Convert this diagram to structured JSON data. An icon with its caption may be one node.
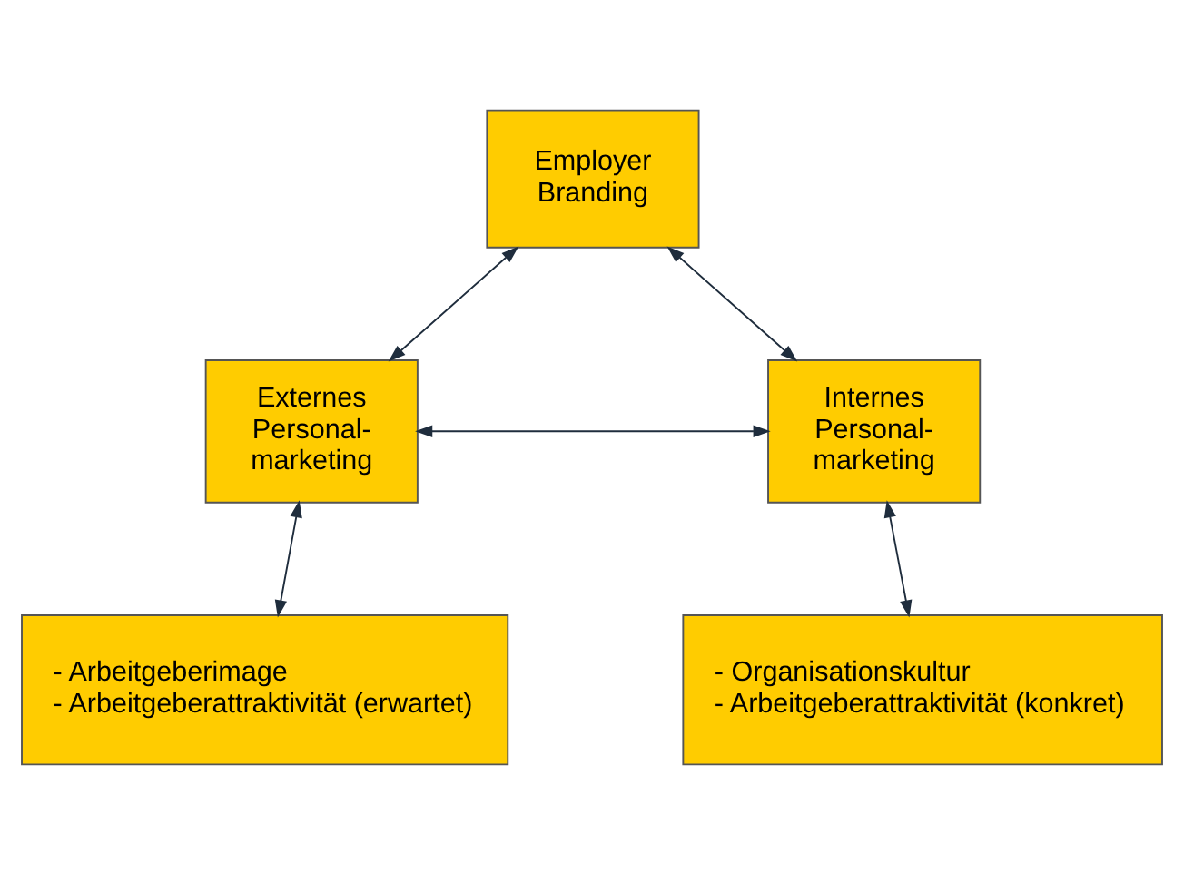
{
  "diagram": {
    "nodes": [
      {
        "text": [
          "Employer Branding"
        ]
      },
      {
        "text": [
          "Externes Personal- marketing"
        ]
      },
      {
        "text": [
          "Internes Personal- marketing"
        ]
      },
      {
        "text": [
          "- Arbeitgeberimage",
          "- Arbeitgeberattraktivität (erwartet)"
        ]
      },
      {
        "text": [
          "- Organisationskultur",
          "- Arbeitgeberattraktivität (konkret)"
        ]
      }
    ],
    "edges": [
      {
        "from": 0,
        "to": 1,
        "arrow": "both"
      },
      {
        "from": 0,
        "to": 2,
        "arrow": "both"
      },
      {
        "from": 1,
        "to": 2,
        "arrow": "both"
      },
      {
        "from": 1,
        "to": 3,
        "arrow": "both"
      },
      {
        "from": 2,
        "to": 4,
        "arrow": "both"
      }
    ]
  }
}
